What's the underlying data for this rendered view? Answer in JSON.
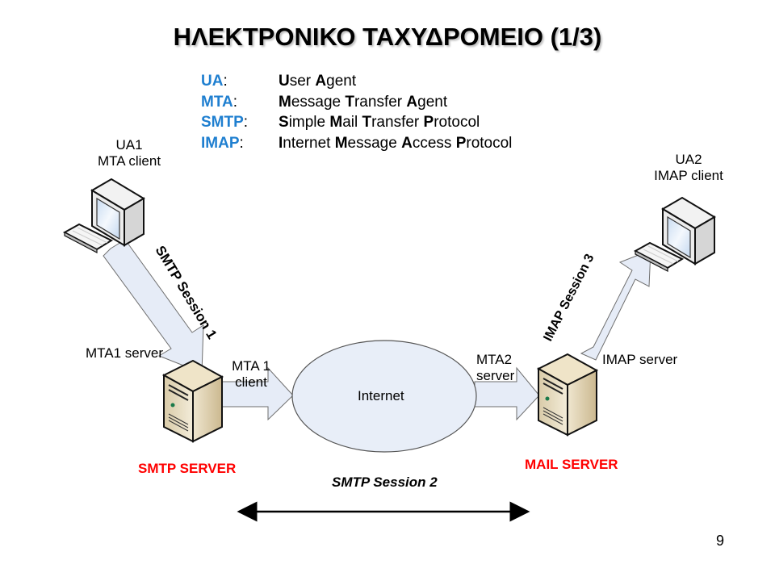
{
  "slide": {
    "title": "ΗΛΕΚΤΡΟΝΙΚΟ ΤΑΧΥΔΡΟΜΕΙΟ (1/3)",
    "page_number": "9"
  },
  "glossary": [
    {
      "abbr": "UA",
      "colon": ":",
      "parts": [
        {
          "b": "U",
          "t": "ser "
        },
        {
          "b": "A",
          "t": "gent"
        }
      ]
    },
    {
      "abbr": "MTA",
      "colon": ":",
      "parts": [
        {
          "b": "M",
          "t": "essage "
        },
        {
          "b": "T",
          "t": "ransfer "
        },
        {
          "b": "A",
          "t": "gent"
        }
      ]
    },
    {
      "abbr": "SMTP",
      "colon": ":",
      "parts": [
        {
          "b": "S",
          "t": "imple "
        },
        {
          "b": "M",
          "t": "ail "
        },
        {
          "b": "T",
          "t": "ransfer "
        },
        {
          "b": "P",
          "t": "rotocol"
        }
      ]
    },
    {
      "abbr": "IMAP",
      "colon": ":",
      "parts": [
        {
          "b": "I",
          "t": "nternet "
        },
        {
          "b": "M",
          "t": "essage "
        },
        {
          "b": "A",
          "t": "ccess "
        },
        {
          "b": "P",
          "t": "rotocol"
        }
      ]
    }
  ],
  "nodes": {
    "ua1": {
      "line1": "UA1",
      "line2": "MTA client"
    },
    "ua2": {
      "line1": "UA2",
      "line2": "IMAP client"
    },
    "mta1_server": "MTA1 server",
    "mta1_client": {
      "line1": "MTA 1",
      "line2": "client"
    },
    "internet": "Internet",
    "mta2_server": {
      "line1": "MTA2",
      "line2": "server"
    },
    "imap_server": "IMAP server",
    "smtp_server": "SMTP SERVER",
    "mail_server": "MAIL SERVER"
  },
  "sessions": {
    "s1": "SMTP Session 1",
    "s2": "SMTP Session 2",
    "s3": "IMAP Session 3"
  },
  "colors": {
    "accent_blue": "#1f7fd0",
    "alert_red": "#ff0000",
    "arrow_fill": "#e6ecf7",
    "cloud_fill": "#e8eef8"
  }
}
